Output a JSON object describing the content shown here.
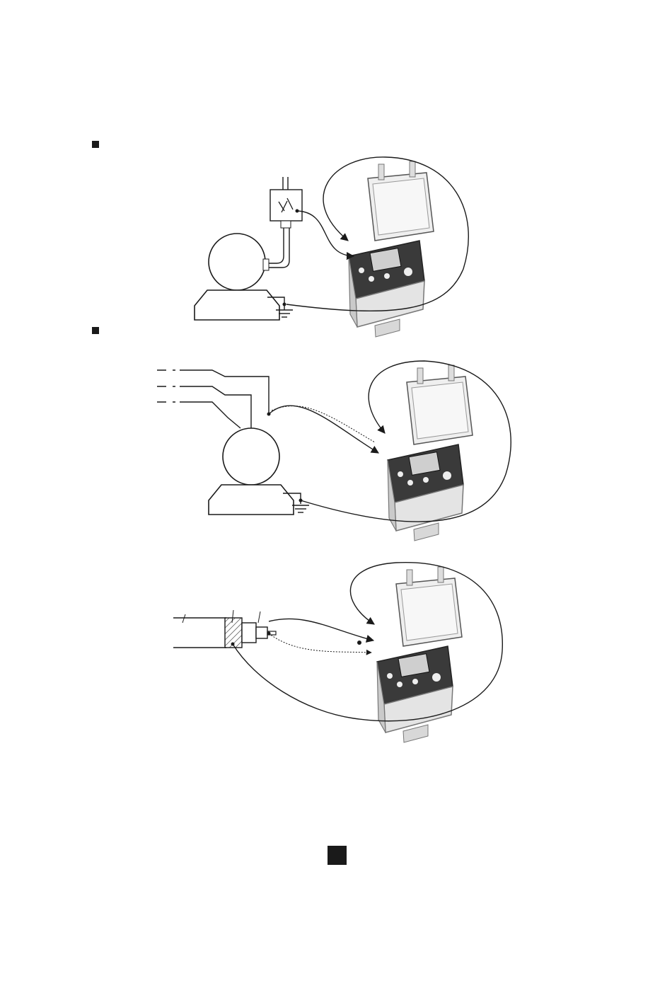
{
  "page": {
    "sections": [
      {
        "id": "motor-via-switch",
        "bullet": "square-bullet"
      },
      {
        "id": "motor-three-phase",
        "bullet": "square-bullet"
      },
      {
        "id": "shielded-cable",
        "bullet": "none"
      }
    ],
    "icons": [
      "square-bullet-icon",
      "page-number-block-icon"
    ],
    "colors": {
      "ink": "#1a1a1a",
      "case": "#d6d6d6",
      "panel": "#3a3a3a",
      "paper": "#ffffff"
    }
  }
}
